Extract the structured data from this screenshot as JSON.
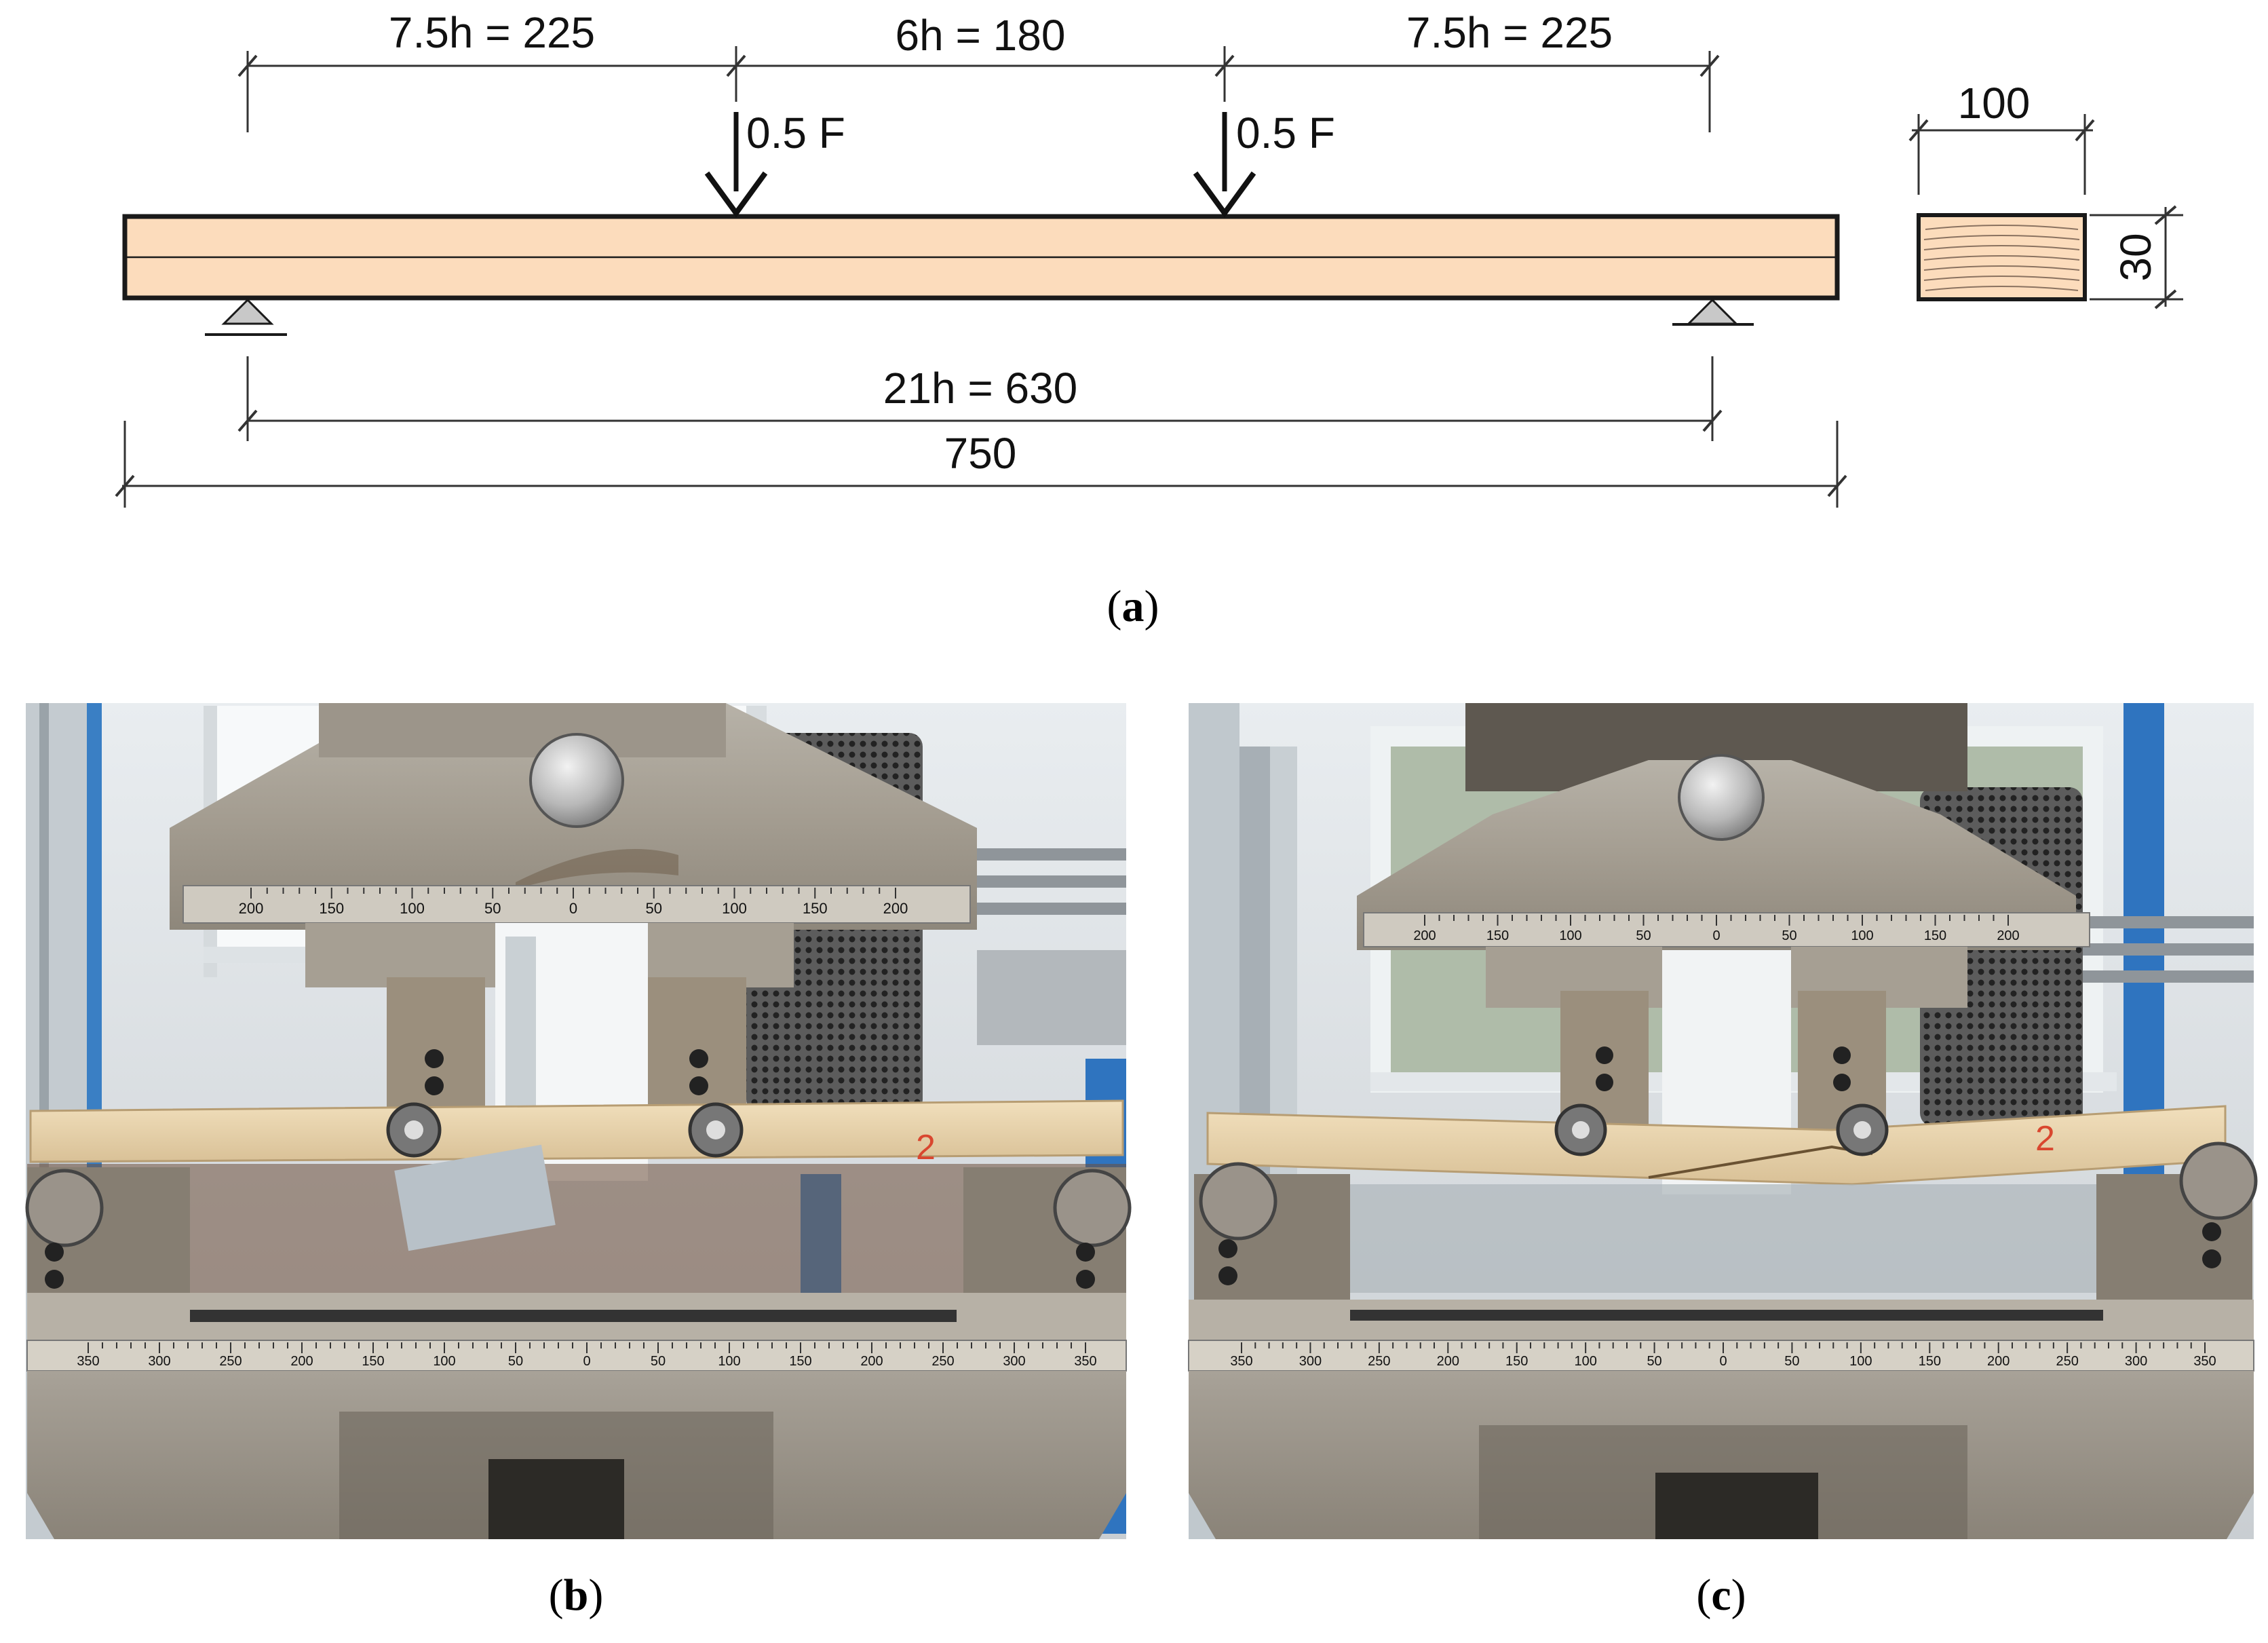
{
  "diagram": {
    "dimensions": {
      "left_shear": "7.5h = 225",
      "constant_moment": "6h = 180",
      "right_shear": "7.5h = 225",
      "span": "21h = 630",
      "total_length": "750",
      "section_width": "100",
      "section_height": "30"
    },
    "loads": {
      "left": "0.5 F",
      "right": "0.5 F"
    },
    "colors": {
      "beam_fill": "#fcdcbc",
      "line": "#1a1a1a",
      "support": "#c8c8c8"
    }
  },
  "captions": {
    "a": {
      "open": "(",
      "letter": "a",
      "close": ")"
    },
    "b": {
      "open": "(",
      "letter": "b",
      "close": ")"
    },
    "c": {
      "open": "(",
      "letter": "c",
      "close": ")"
    }
  },
  "photos": {
    "b": {
      "label": "2",
      "scale_top": [
        "200",
        "150",
        "100",
        "50",
        "0",
        "50",
        "100",
        "150",
        "200"
      ],
      "scale_bottom": [
        "350",
        "300",
        "250",
        "200",
        "150",
        "100",
        "50",
        "0",
        "50",
        "100",
        "150",
        "200",
        "250",
        "300",
        "350"
      ]
    },
    "c": {
      "label": "2",
      "scale_top": [
        "200",
        "150",
        "100",
        "50",
        "0",
        "50",
        "100",
        "150",
        "200"
      ],
      "scale_bottom": [
        "350",
        "300",
        "250",
        "200",
        "150",
        "100",
        "50",
        "0",
        "50",
        "100",
        "150",
        "200",
        "250",
        "300",
        "350"
      ]
    }
  }
}
